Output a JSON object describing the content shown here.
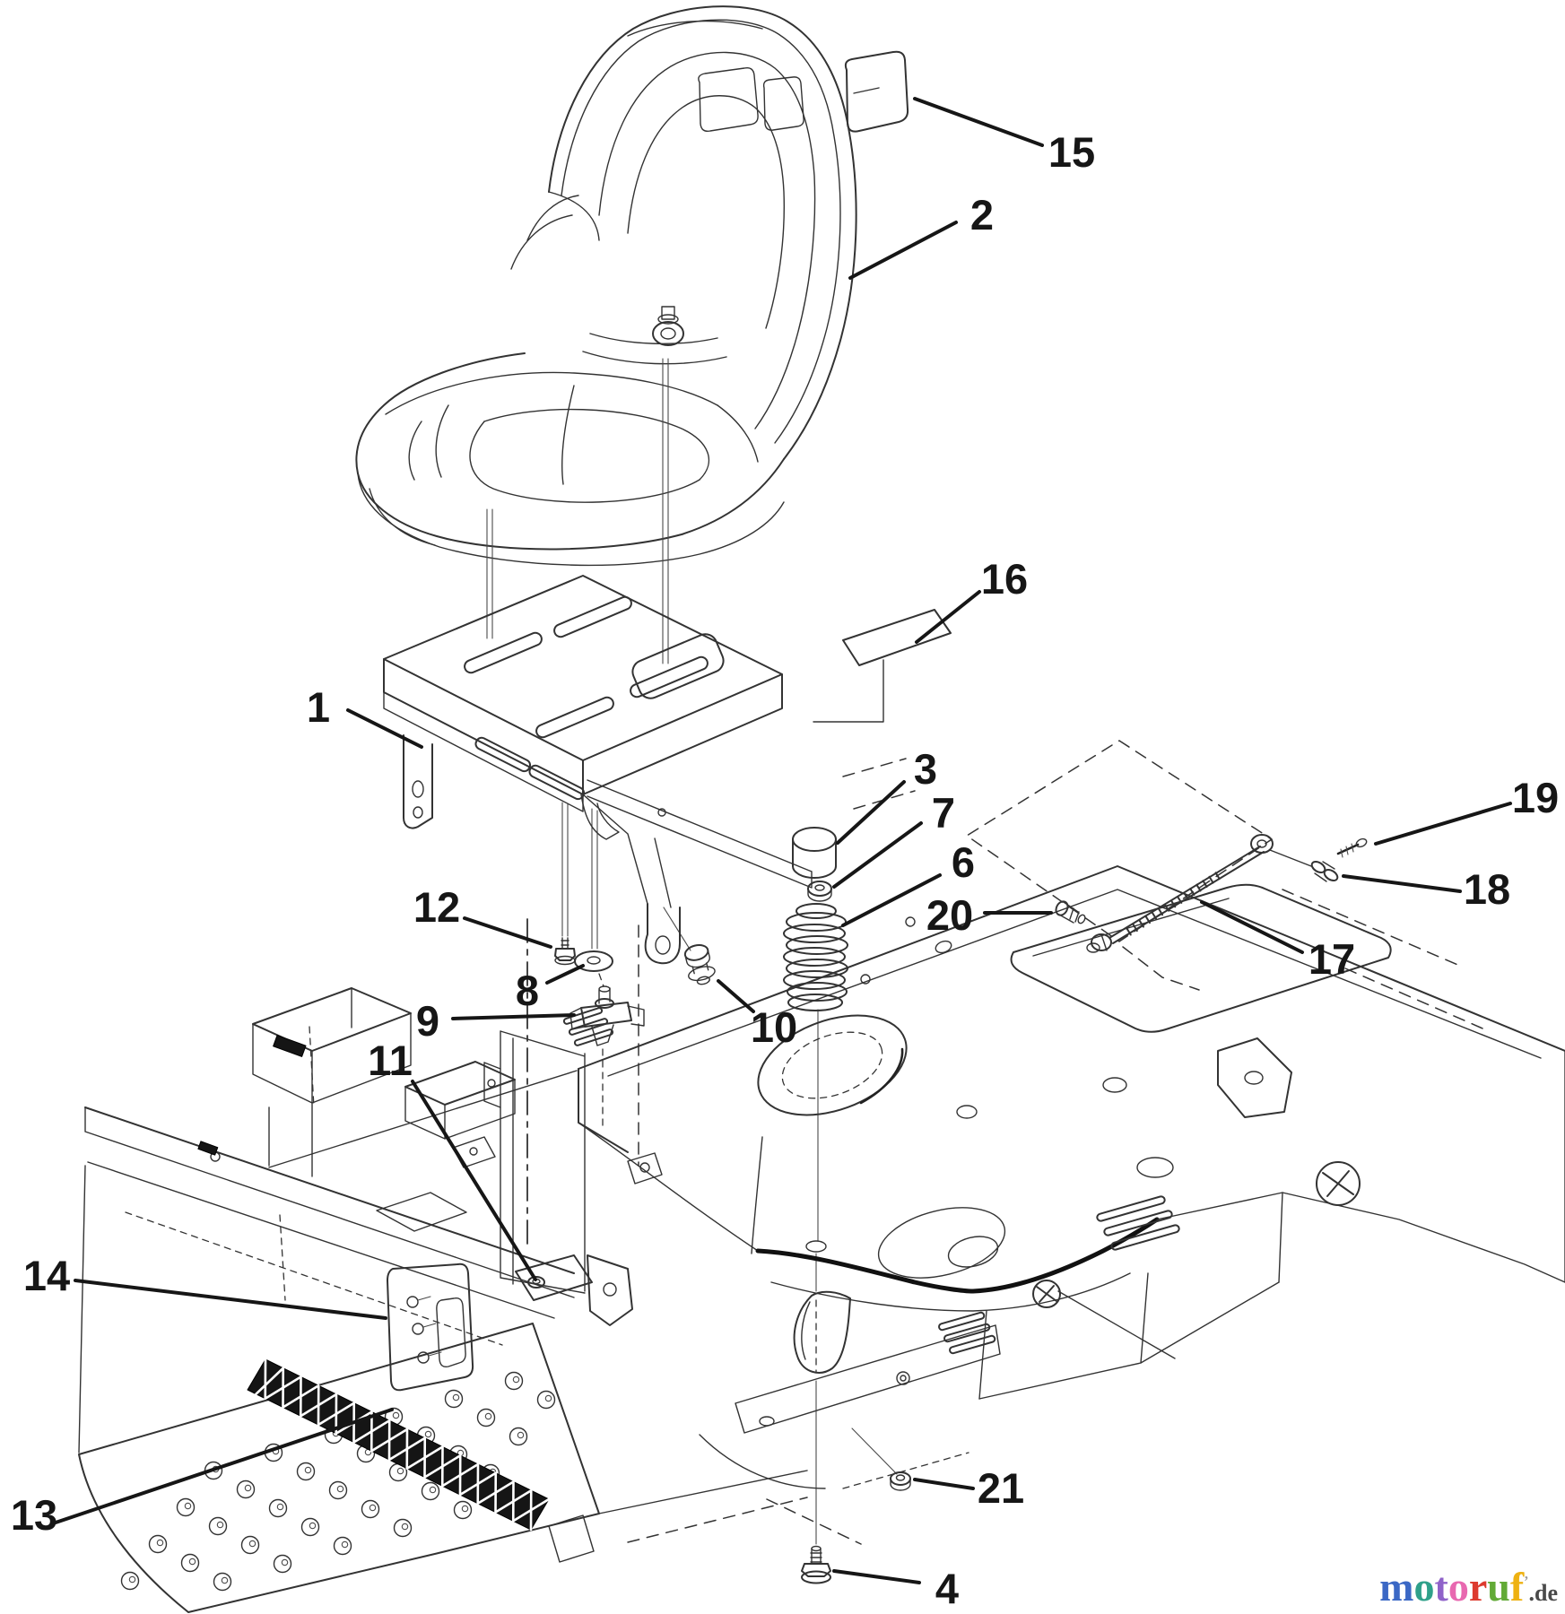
{
  "page": {
    "background": "#ffffff"
  },
  "callouts": [
    {
      "label": "1"
    },
    {
      "label": "2"
    },
    {
      "label": "3"
    },
    {
      "label": "4"
    },
    {
      "label": "6"
    },
    {
      "label": "7"
    },
    {
      "label": "8"
    },
    {
      "label": "9"
    },
    {
      "label": "10"
    },
    {
      "label": "11"
    },
    {
      "label": "12"
    },
    {
      "label": "13"
    },
    {
      "label": "14"
    },
    {
      "label": "15"
    },
    {
      "label": "16"
    },
    {
      "label": "17"
    },
    {
      "label": "18"
    },
    {
      "label": "19"
    },
    {
      "label": "20"
    },
    {
      "label": "21"
    }
  ],
  "watermark": {
    "letters": [
      {
        "ch": "m",
        "color": "#3b68c5"
      },
      {
        "ch": "o",
        "color": "#2fa08a"
      },
      {
        "ch": "t",
        "color": "#8f62c9"
      },
      {
        "ch": "o",
        "color": "#e868b0"
      },
      {
        "ch": "r",
        "color": "#dd3b2e"
      },
      {
        "ch": "u",
        "color": "#62aa36"
      },
      {
        "ch": "f",
        "color": "#eeb111"
      }
    ],
    "trademark": "’",
    "suffix": ".de",
    "suffix_color": "#4a4a4a"
  },
  "line_colors": {
    "outline": "#333333",
    "accent": "#111111",
    "callout_ink": "#161616"
  }
}
